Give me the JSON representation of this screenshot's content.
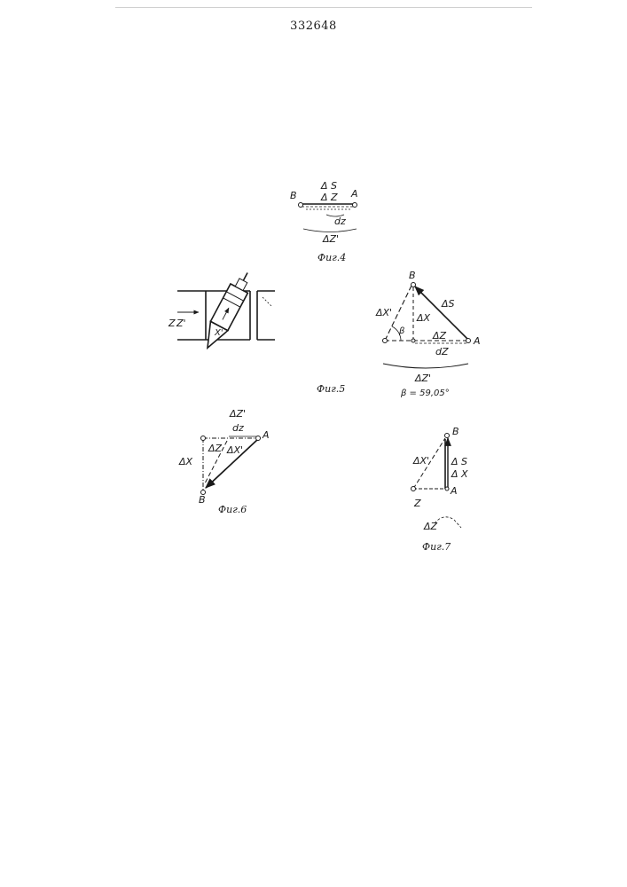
{
  "document": {
    "patent_number": "332648"
  },
  "figures": {
    "fig4": {
      "caption": "Фиг.4",
      "point_b": "B",
      "point_a": "A",
      "delta_s": "Δ S",
      "delta_z": "Δ Z",
      "dz": "dz",
      "delta_z_prime": "ΔZ'"
    },
    "fig5_tool": {
      "axis_label": "Z",
      "axis_label_prime": "Z'",
      "x_label": "X'"
    },
    "fig5": {
      "caption": "Фиг.5",
      "point_b": "B",
      "point_a": "A",
      "delta_x_prime": "ΔX'",
      "delta_x": "ΔX",
      "delta_s": "ΔS",
      "beta": "β",
      "delta_z": "ΔZ",
      "dz": "dZ",
      "delta_z_prime": "ΔZ'",
      "beta_value": "β = 59,05°"
    },
    "fig6": {
      "caption": "Фиг.6",
      "delta_z_prime": "ΔZ'",
      "dz": "dz",
      "point_a": "A",
      "point_b": "B",
      "delta_x": "ΔX",
      "delta_z": "ΔZ",
      "delta_x_prime": "ΔX'"
    },
    "fig7": {
      "caption": "Фиг.7",
      "point_b": "B",
      "point_a": "A",
      "delta_x_prime": "ΔX'",
      "delta_s": "Δ S",
      "delta_x": "Δ X",
      "z": "Z",
      "delta_z": "ΔZ"
    }
  }
}
